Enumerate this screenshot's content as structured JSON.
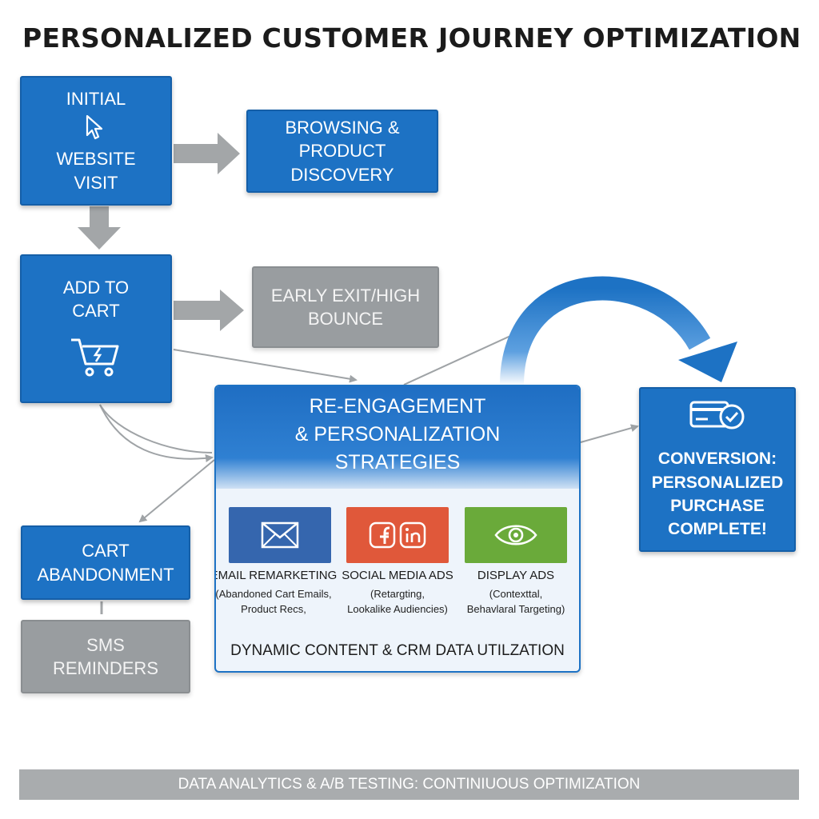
{
  "title": "PERSONALIZED CUSTOMER JOURNEY OPTIMIZATION",
  "nodes": {
    "initial": {
      "line1": "INITIAL",
      "line2": "WEBSITE",
      "line3": "VISIT",
      "icon": "cursor-icon"
    },
    "browsing": {
      "line1": "BROWSING &",
      "line2": "PRODUCT DISCOVERY"
    },
    "add_to_cart": {
      "line1": "ADD TO",
      "line2": "CART",
      "icon": "shopping-cart-icon"
    },
    "early_exit": {
      "line1": "EARLY EXIT/HIGH",
      "line2": "BOUNCE"
    },
    "cart_abandonment": {
      "line1": "CART",
      "line2": "ABANDONMENT"
    },
    "sms": {
      "line1": "SMS",
      "line2": "REMINDERS"
    },
    "conversion": {
      "line1": "CONVERSION:",
      "line2": "PERSONALIZED",
      "line3": "PURCHASE",
      "line4": "COMPLETE!",
      "icon": "credit-card-check-icon"
    }
  },
  "strategies": {
    "heading_line1": "RE-ENGAGEMENT",
    "heading_line2": "& PERSONALIZATION",
    "heading_line3": "STRATEGIES",
    "channels": [
      {
        "label": "EMAIL REMARKETING",
        "desc_line1": "(Abandoned Cart Emails,",
        "desc_line2": "Product Recs,",
        "icon": "envelope-icon",
        "color": "#3566ae"
      },
      {
        "label": "SOCIAL MEDIA ADS",
        "desc_line1": "(Retargting,",
        "desc_line2": "Lookalike Audiencies)",
        "icon": "facebook-linkedin-icon",
        "color": "#e0583a"
      },
      {
        "label": "DISPLAY ADS",
        "desc_line1": "(Contexttal,",
        "desc_line2": "Behavlaral Targeting)",
        "icon": "eye-icon",
        "color": "#6aaa3a"
      }
    ],
    "footer": "DYNAMIC CONTENT & CRM DATA UTILZATION"
  },
  "footer_bar": "DATA ANALYTICS & A/B TESTING: CONTINIUOUS OPTIMIZATION",
  "colors": {
    "primary_blue": "#1d72c4",
    "gray": "#999da0",
    "arrow_gray": "#a3a6a8"
  }
}
